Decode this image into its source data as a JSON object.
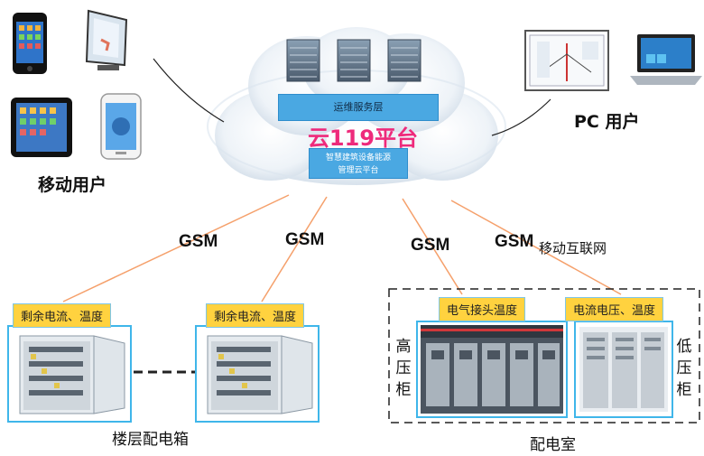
{
  "cloud": {
    "title": "云119平台",
    "ops_layer": "运维服务层",
    "mgmt_platform_line1": "智慧建筑设备能源",
    "mgmt_platform_line2": "管理云平台"
  },
  "users": {
    "mobile": "移动用户",
    "pc": "PC 用户"
  },
  "links": {
    "gsm_1": "GSM",
    "gsm_2": "GSM",
    "gsm_3": "GSM",
    "gsm_4": "GSM",
    "mobile_internet": "移动互联网"
  },
  "tags": {
    "residual_1": "剩余电流、温度",
    "residual_2": "剩余电流、温度",
    "joint_temp": "电气接头温度",
    "current_voltage": "电流电压、温度"
  },
  "labels": {
    "floor_box": "楼层配电箱",
    "power_room": "配电室",
    "high_voltage": [
      "高",
      "压",
      "柜"
    ],
    "low_voltage": [
      "低",
      "压",
      "柜"
    ]
  },
  "colors": {
    "link_line": "#f5a06b",
    "tag_bg": "#ffd23f",
    "frame_blue": "#3fb6ea",
    "title_pink": "#ee2a7b"
  }
}
